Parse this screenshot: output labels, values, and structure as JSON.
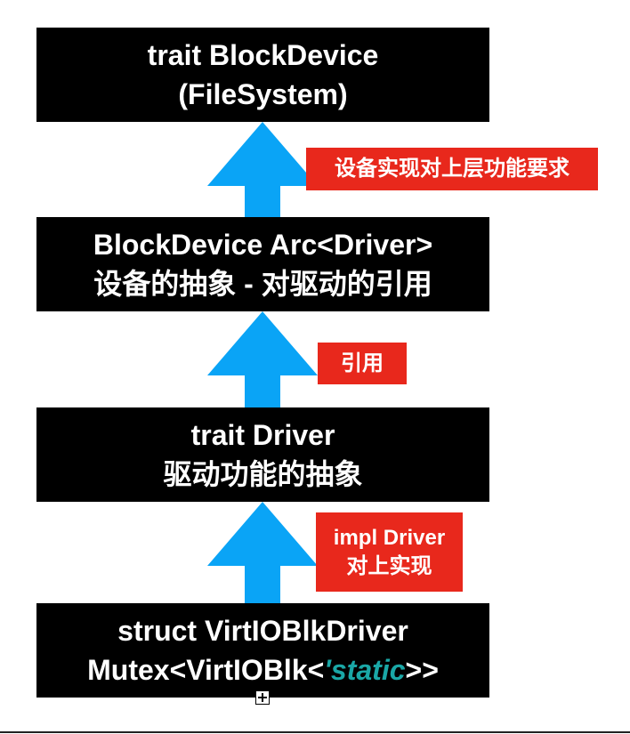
{
  "diagram": {
    "boxes": [
      {
        "id": "block-device-trait",
        "lines": [
          "trait BlockDevice",
          "(FileSystem)"
        ]
      },
      {
        "id": "block-device-arc",
        "lines": [
          "BlockDevice Arc<Driver>",
          "设备的抽象 - 对驱动的引用"
        ]
      },
      {
        "id": "driver-trait",
        "lines": [
          "trait Driver",
          "驱动功能的抽象"
        ]
      },
      {
        "id": "virtio-blk-driver",
        "line1": "struct VirtIOBlkDriver",
        "line2_prefix": "Mutex<VirtIOBlk<",
        "line2_static": "'static",
        "line2_suffix": ">>"
      }
    ],
    "tags": [
      {
        "lines": [
          "设备实现对上层功能要求"
        ]
      },
      {
        "lines": [
          "引用"
        ]
      },
      {
        "lines": [
          "impl Driver",
          "对上实现"
        ]
      }
    ],
    "colors": {
      "box_fill": "#000000",
      "box_text": "#ffffff",
      "arrow": "#0aa4f6",
      "tag_fill": "#e8281c",
      "static_keyword": "#1aa7a6"
    }
  }
}
